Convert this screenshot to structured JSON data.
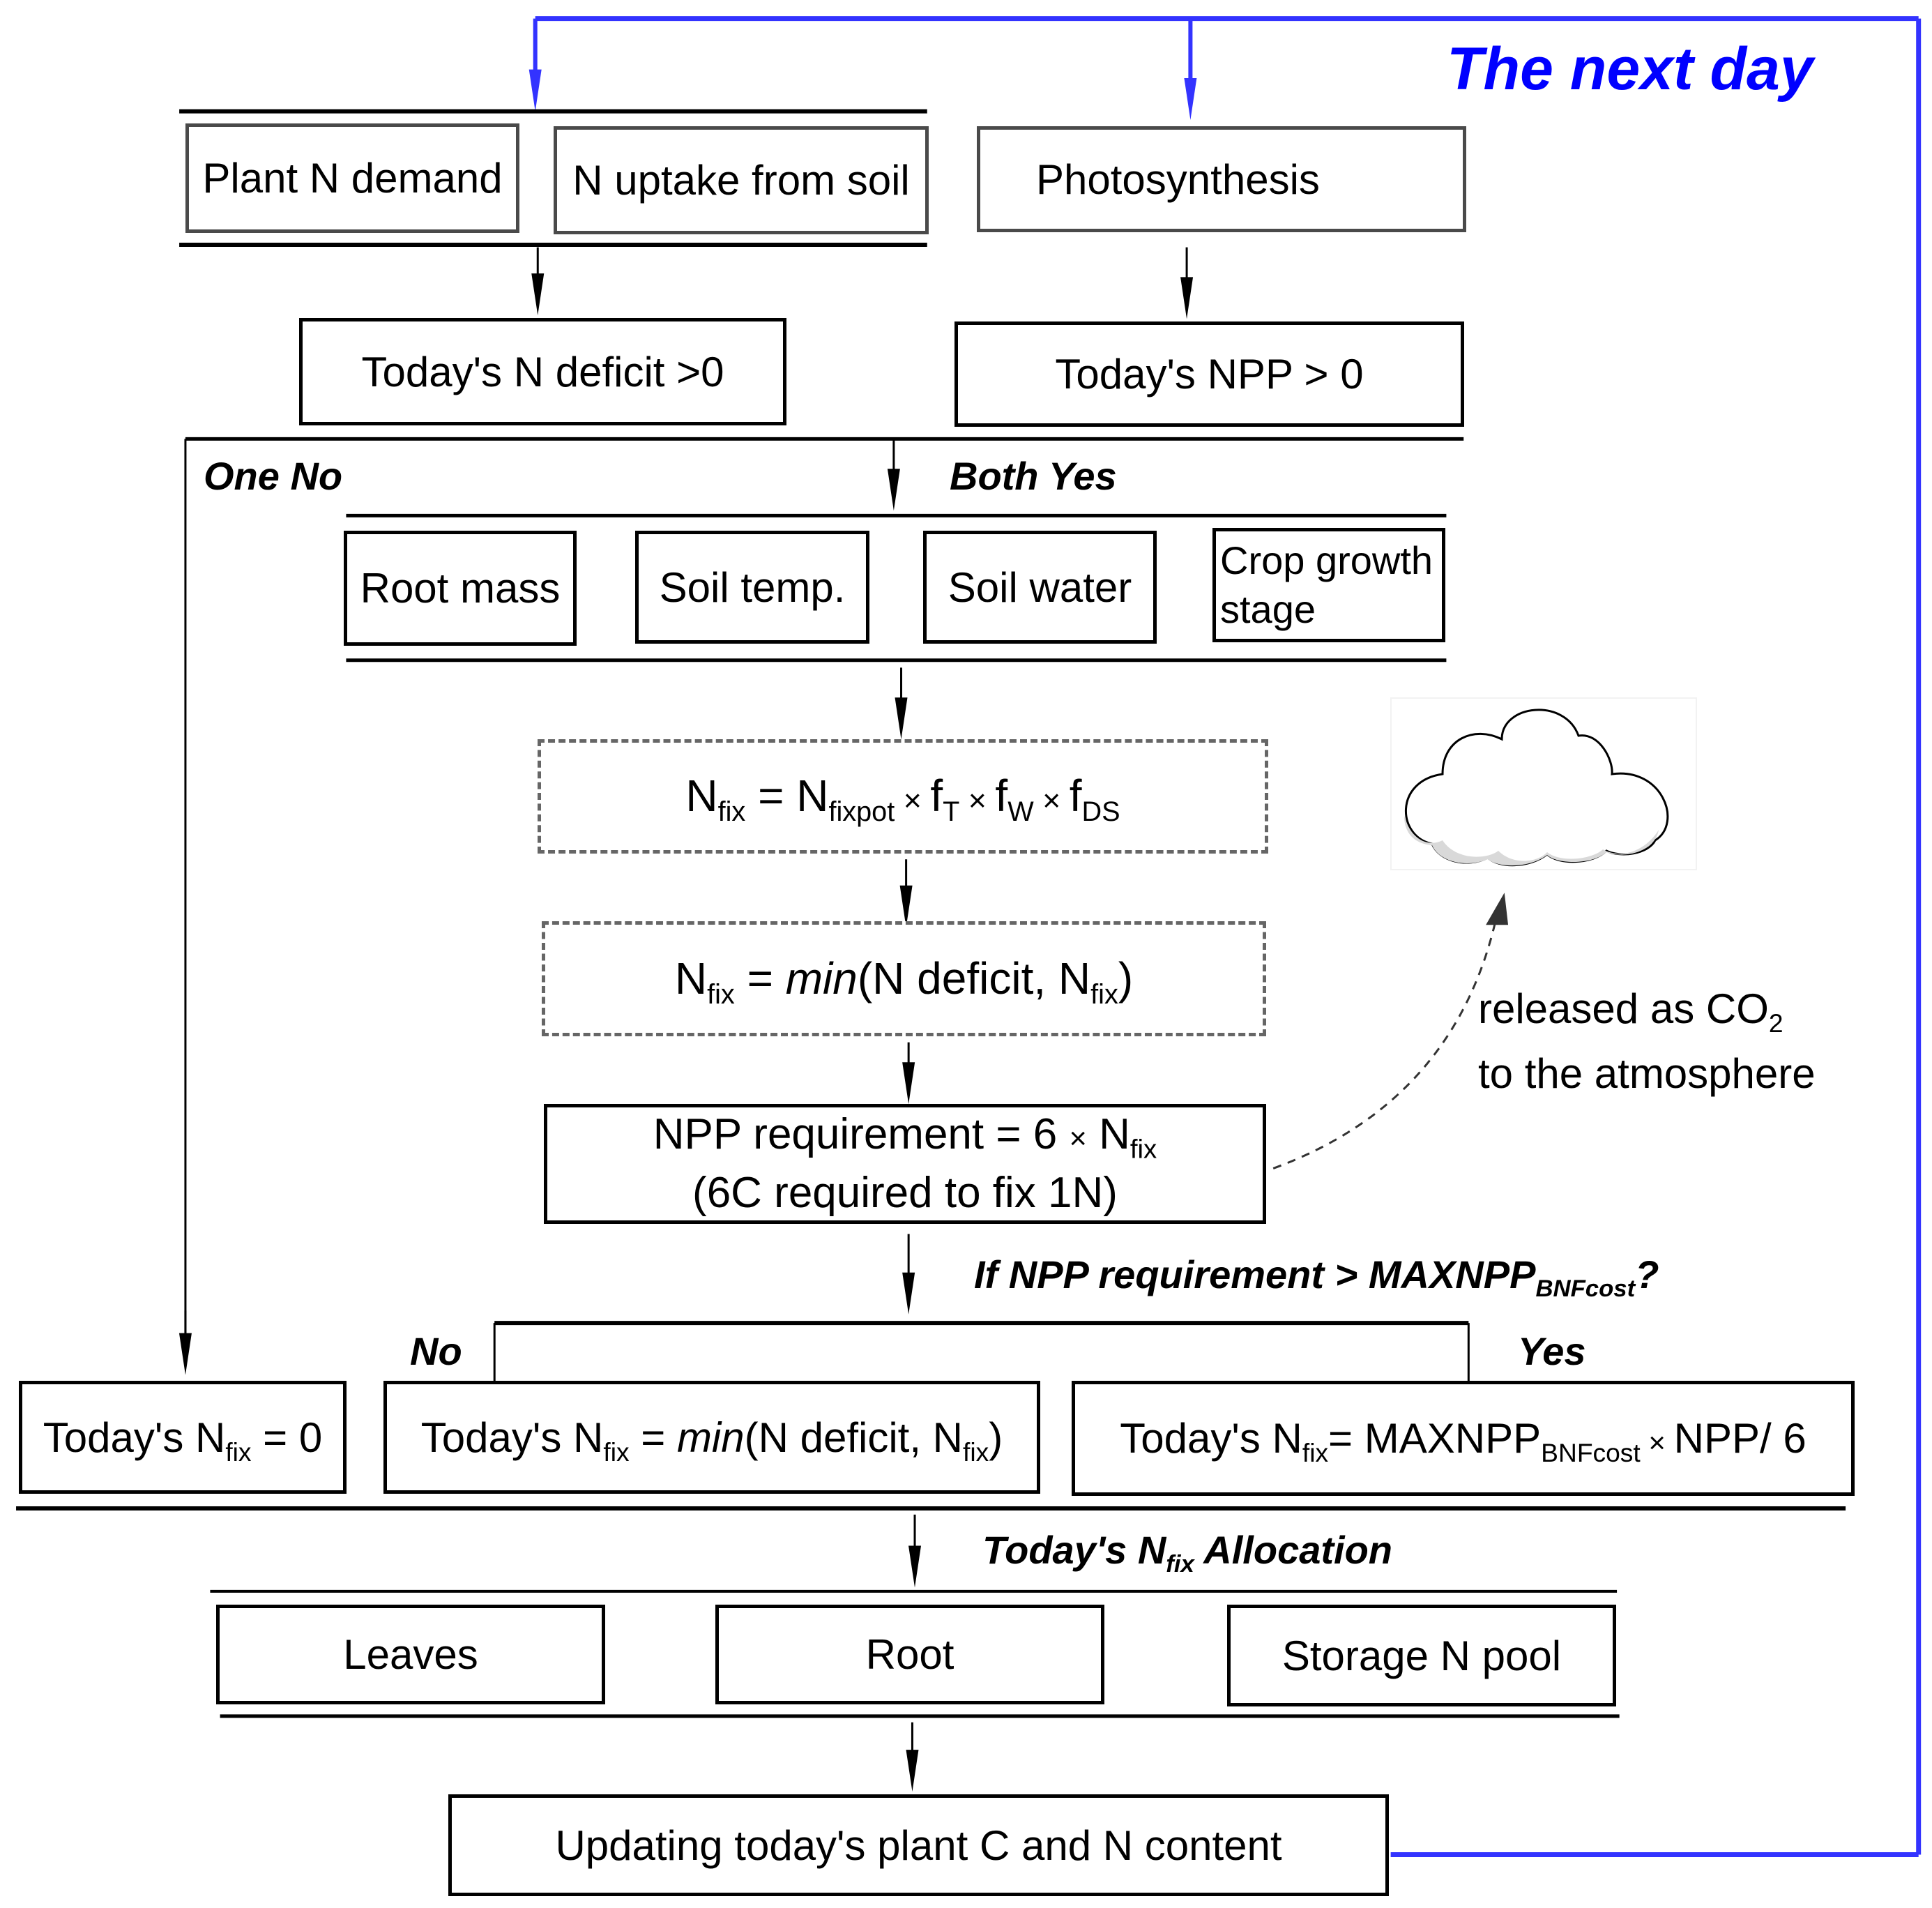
{
  "loop_label": "The next day",
  "colors": {
    "loop": "#3333ff",
    "loop_text": "#0000ff",
    "line": "#000000",
    "dashed": "#666666"
  },
  "inputs": {
    "plant_n_demand": "Plant N demand",
    "n_uptake": "N uptake from soil",
    "photosynthesis": "Photosynthesis"
  },
  "conditions": {
    "n_deficit": "Today's N deficit >0",
    "npp": "Today's NPP > 0",
    "one_no": "One No",
    "both_yes": "Both Yes"
  },
  "factors": [
    "Root mass",
    "Soil temp.",
    "Soil water",
    "Crop growth stage"
  ],
  "equations": {
    "nfix": "N",
    "nfix_sub": "fix",
    "eq": " = ",
    "nfixpot": "N",
    "nfixpot_sub": "fixpot",
    "times": " × ",
    "fT": "f",
    "fT_sub": "T",
    "fW": "f",
    "fW_sub": "W",
    "fDS": "f",
    "fDS_sub": "DS",
    "min_fn": "min",
    "min_args_open": "(N deficit, ",
    "close": ")"
  },
  "npp_requirement": {
    "line1": "NPP requirement = 6 ",
    "times": "×",
    "nfix": " N",
    "nfix_sub": "fix",
    "line2": "(6C required to fix 1N)"
  },
  "co2_note": {
    "line1": "released as CO",
    "sub": "2",
    "line2": "to the atmosphere"
  },
  "decision": {
    "question": "If NPP requirement > MAXNPP",
    "question_sub": "BNFcost",
    "question_end": "?",
    "no": "No",
    "yes": "Yes"
  },
  "outcomes": {
    "zero": {
      "prefix": "Today's N",
      "sub": "fix",
      "suffix": " = 0"
    },
    "min": {
      "prefix": "Today's N",
      "sub": "fix",
      "eq": " = ",
      "fn": "min",
      "args": "(N deficit, N",
      "args_sub": "fix",
      "close": ")"
    },
    "max": {
      "prefix": "Today's N",
      "sub": "fix",
      "eq": "= MAXNPP",
      "sub2": "BNFcost",
      "times": " × ",
      "suffix": "NPP/ 6"
    }
  },
  "allocation": {
    "title_prefix": "Today's N",
    "title_sub": "fix",
    "title_suffix": " Allocation",
    "targets": [
      "Leaves",
      "Root",
      "Storage N pool"
    ]
  },
  "update": "Updating today's plant C and N content"
}
